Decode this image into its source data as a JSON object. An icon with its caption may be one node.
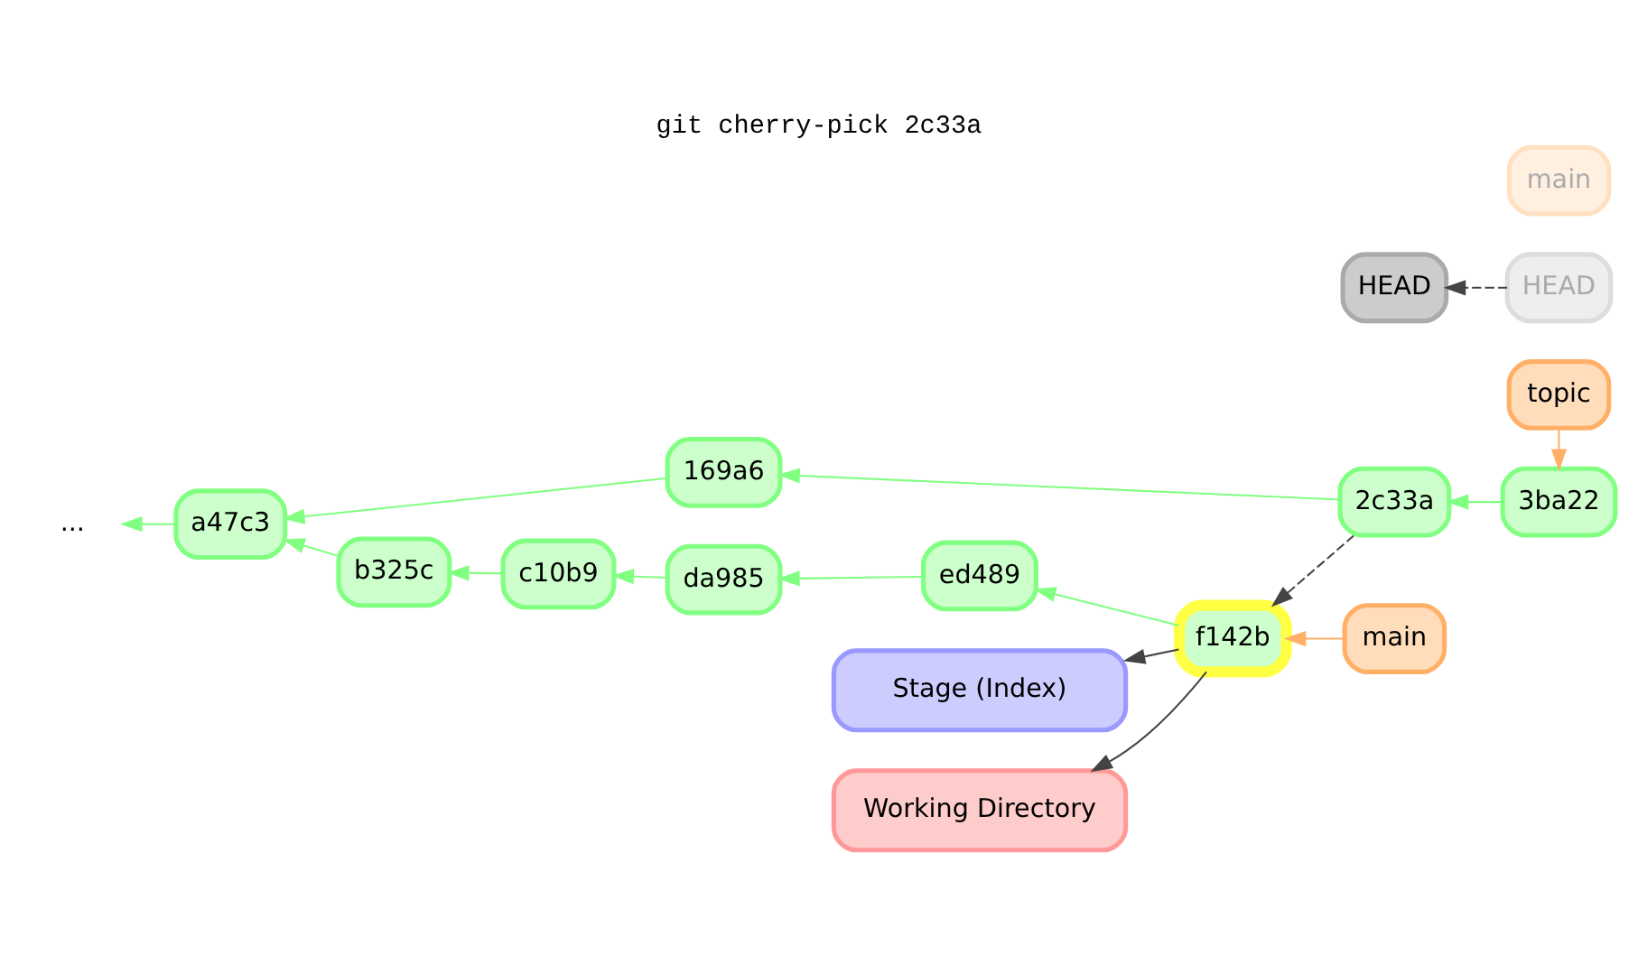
{
  "diagram": {
    "title": "git cherry-pick 2c33a",
    "nodes": [
      {
        "text": [
          "topic"
        ]
      },
      {
        "text": [
          "HEAD"
        ]
      },
      {
        "text": [
          "HEAD"
        ]
      },
      {
        "text": [
          "169a6"
        ]
      },
      {
        "text": [
          "2c33a"
        ]
      },
      {
        "text": [
          "3ba22"
        ]
      },
      {
        "text": [
          "main"
        ]
      },
      {
        "text": [
          "main"
        ]
      },
      {
        "text": [
          "..."
        ]
      },
      {
        "text": [
          "a47c3"
        ]
      },
      {
        "text": [
          "b325c"
        ]
      },
      {
        "text": [
          "c10b9"
        ]
      },
      {
        "text": [
          "da985"
        ]
      },
      {
        "text": [
          "ed489"
        ]
      },
      {
        "text": [
          "f142b"
        ]
      },
      {
        "text": [
          "Stage (Index)"
        ]
      },
      {
        "text": [
          "Working Directory"
        ]
      }
    ],
    "edges": [
      {
        "from": 9,
        "to": 8,
        "arrow": "to"
      },
      {
        "from": 10,
        "to": 9,
        "arrow": "to"
      },
      {
        "from": 11,
        "to": 10,
        "arrow": "to"
      },
      {
        "from": 12,
        "to": 11,
        "arrow": "to"
      },
      {
        "from": 13,
        "to": 12,
        "arrow": "to"
      },
      {
        "from": 14,
        "to": 13,
        "arrow": "to"
      },
      {
        "from": 3,
        "to": 9,
        "arrow": "to"
      },
      {
        "from": 4,
        "to": 3,
        "arrow": "to"
      },
      {
        "from": 5,
        "to": 4,
        "arrow": "to"
      },
      {
        "from": 0,
        "to": 5,
        "arrow": "to",
        "color": "#ffb066"
      },
      {
        "from": 7,
        "to": 14,
        "arrow": "to",
        "color": "#ffb066"
      },
      {
        "from": 1,
        "to": 2,
        "arrow": "to",
        "style": "dashed",
        "color": "#444444"
      },
      {
        "from": 4,
        "to": 14,
        "arrow": "to",
        "style": "dashed",
        "color": "#444444"
      },
      {
        "from": 14,
        "to": 15,
        "arrow": "to",
        "color": "#444444"
      },
      {
        "from": 14,
        "to": 16,
        "arrow": "to",
        "color": "#444444"
      }
    ]
  }
}
